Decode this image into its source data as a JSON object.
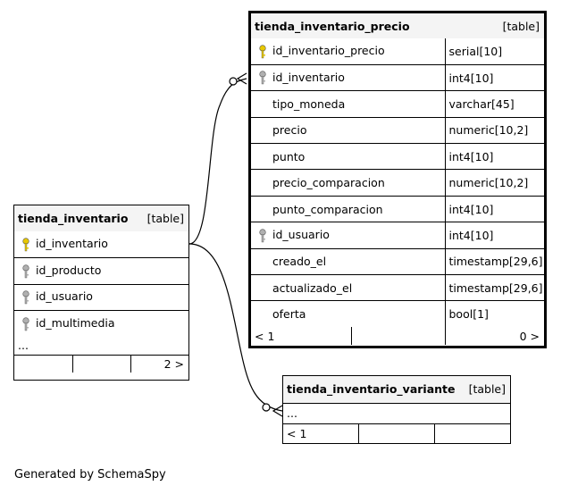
{
  "precio": {
    "name": "tienda_inventario_precio",
    "type": "[table]",
    "columns": [
      {
        "name": "id_inventario_precio",
        "dtype": "serial[10]",
        "key": "primary"
      },
      {
        "name": "id_inventario",
        "dtype": "int4[10]",
        "key": "foreign"
      },
      {
        "name": "tipo_moneda",
        "dtype": "varchar[45]",
        "key": "none"
      },
      {
        "name": "precio",
        "dtype": "numeric[10,2]",
        "key": "none"
      },
      {
        "name": "punto",
        "dtype": "int4[10]",
        "key": "none"
      },
      {
        "name": "precio_comparacion",
        "dtype": "numeric[10,2]",
        "key": "none"
      },
      {
        "name": "punto_comparacion",
        "dtype": "int4[10]",
        "key": "none"
      },
      {
        "name": "id_usuario",
        "dtype": "int4[10]",
        "key": "foreign"
      },
      {
        "name": "creado_el",
        "dtype": "timestamp[29,6]",
        "key": "none"
      },
      {
        "name": "actualizado_el",
        "dtype": "timestamp[29,6]",
        "key": "none"
      },
      {
        "name": "oferta",
        "dtype": "bool[1]",
        "key": "none"
      }
    ],
    "footer_left": "< 1",
    "footer_right": "0 >"
  },
  "inventario": {
    "name": "tienda_inventario",
    "type": "[table]",
    "columns": [
      {
        "name": "id_inventario",
        "key": "primary"
      },
      {
        "name": "id_producto",
        "key": "foreign"
      },
      {
        "name": "id_usuario",
        "key": "foreign"
      },
      {
        "name": "id_multimedia",
        "key": "foreign"
      }
    ],
    "ellipsis": "...",
    "footer_right": "2 >"
  },
  "variante": {
    "name": "tienda_inventario_variante",
    "type": "[table]",
    "ellipsis": "...",
    "footer_left": "< 1"
  },
  "colors": {
    "primary_key": "#e8c800",
    "foreign_key": "#b0b0b0",
    "header_bg": "#f4f4f4"
  },
  "generated_by": "Generated by SchemaSpy"
}
